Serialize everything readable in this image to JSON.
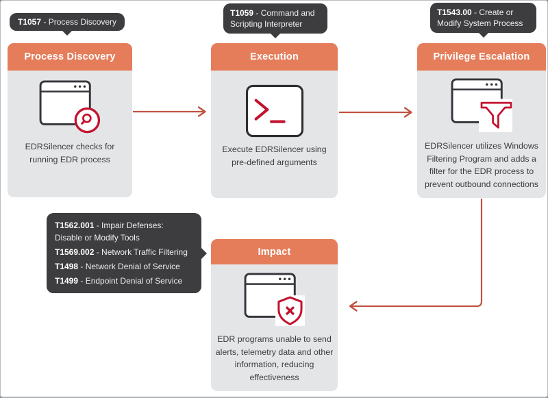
{
  "diagram": {
    "subject": "EDRSilencer attack flow",
    "connectors": [
      {
        "from": "process-discovery",
        "to": "execution",
        "shape": "straight-right"
      },
      {
        "from": "execution",
        "to": "privilege-escalation",
        "shape": "straight-right"
      },
      {
        "from": "privilege-escalation",
        "to": "impact",
        "shape": "elbow-down-left"
      }
    ]
  },
  "cards": [
    {
      "id": "process-discovery",
      "title": "Process Discovery",
      "tooltip": {
        "id": "T1057",
        "rest": " - Process Discovery"
      },
      "description": "EDRSilencer checks for running EDR process",
      "icon": "browser-search-icon"
    },
    {
      "id": "execution",
      "title": "Execution",
      "tooltip": {
        "id": "T1059",
        "rest": " - Command and Scripting Interpreter"
      },
      "description": "Execute EDRSilencer using pre-defined arguments",
      "icon": "terminal-prompt-icon"
    },
    {
      "id": "privilege-escalation",
      "title": "Privilege Escalation",
      "tooltip": {
        "id": "T1543.00",
        "rest": " - Create or Modify System Process"
      },
      "description": "EDRSilencer utilizes Windows Filtering Program and adds a filter for the EDR process to prevent outbound connections",
      "icon": "browser-filter-icon"
    },
    {
      "id": "impact",
      "title": "Impact",
      "tooltip_items": [
        {
          "id": "T1562.001",
          "rest": " - Impair Defenses: Disable or Modify Tools"
        },
        {
          "id": "T1569.002",
          "rest": " - Network Traffic Filtering"
        },
        {
          "id": "T1498",
          "rest": " - Network Denial of Service"
        },
        {
          "id": "T1499",
          "rest": " - Endpoint Denial of Service"
        }
      ],
      "description": "EDR programs unable to send alerts, telemetry data and other information, reducing effectiveness",
      "icon": "browser-shield-alert-icon"
    }
  ],
  "colors": {
    "header_orange": "#e57d5b",
    "tooltip_dark": "#3d3d3f",
    "card_gray": "#e4e5e7",
    "icon_red": "#c2132f",
    "arrow_red": "#c05140",
    "body_text": "#3c3c42"
  }
}
